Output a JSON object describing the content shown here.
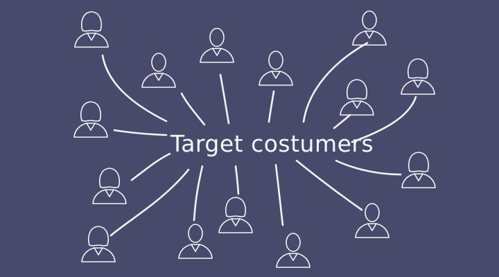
{
  "diagram": {
    "center_label": "Target costumers",
    "background_color": "#484a6b",
    "ink_color": "#f2f2f2",
    "nodes": [
      {
        "id": "person-1",
        "icon": "person-female-icon"
      },
      {
        "id": "person-2",
        "icon": "person-female-icon"
      },
      {
        "id": "person-3",
        "icon": "person-female-icon"
      },
      {
        "id": "person-4",
        "icon": "person-male-icon"
      },
      {
        "id": "person-5",
        "icon": "person-male-icon"
      },
      {
        "id": "person-6",
        "icon": "person-male-icon"
      },
      {
        "id": "person-7",
        "icon": "person-male-icon"
      },
      {
        "id": "person-8",
        "icon": "person-female-icon"
      },
      {
        "id": "person-9",
        "icon": "person-female-icon"
      },
      {
        "id": "person-10",
        "icon": "person-female-icon"
      },
      {
        "id": "person-11",
        "icon": "person-male-icon"
      },
      {
        "id": "person-12",
        "icon": "person-female-icon"
      },
      {
        "id": "person-13",
        "icon": "person-male-icon"
      },
      {
        "id": "person-14",
        "icon": "person-female-icon"
      },
      {
        "id": "person-15",
        "icon": "person-male-icon"
      },
      {
        "id": "person-16",
        "icon": "person-male-icon"
      },
      {
        "id": "person-17",
        "icon": "person-female-icon"
      }
    ]
  }
}
